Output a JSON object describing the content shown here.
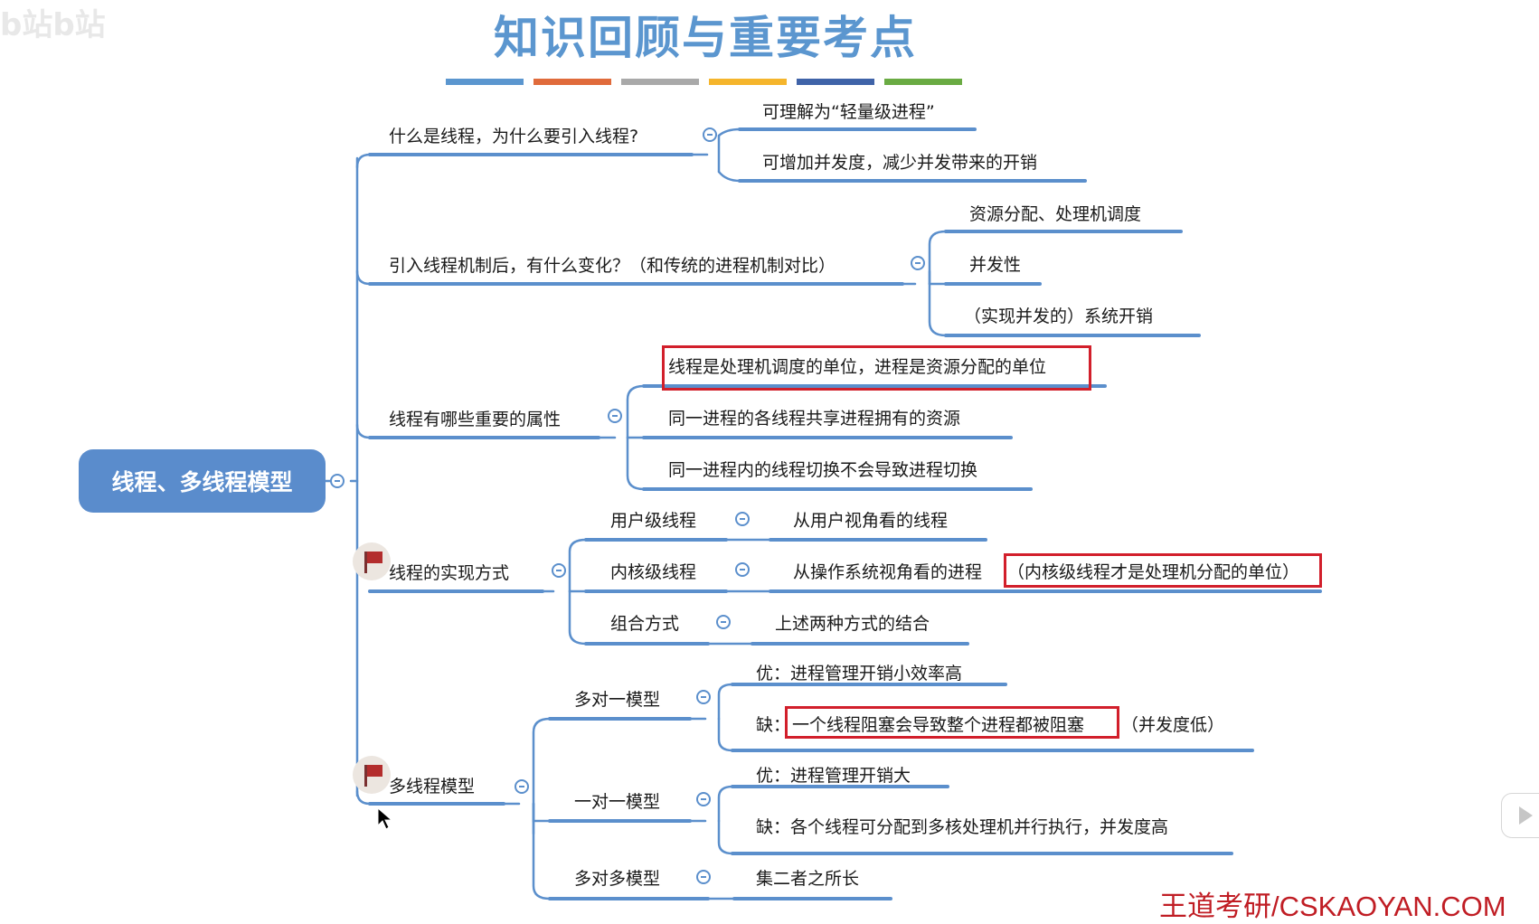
{
  "header": {
    "watermark": "b站b站",
    "title": "知识回顾与重要考点",
    "color_bar": [
      "#5b96cf",
      "#e06b3b",
      "#a9a9a9",
      "#f5b52c",
      "#3f63a8",
      "#6aab43"
    ]
  },
  "mindmap": {
    "root": "线程、多线程模型",
    "branches": [
      {
        "label": "什么是线程，为什么要引入线程?",
        "children": [
          "可理解为“轻量级进程”",
          "可增加并发度，减少并发带来的开销"
        ]
      },
      {
        "label": "引入线程机制后，有什么变化？（和传统的进程机制对比）",
        "children": [
          "资源分配、处理机调度",
          "并发性",
          "（实现并发的）系统开销"
        ]
      },
      {
        "label": "线程有哪些重要的属性",
        "children": [
          "线程是处理机调度的单位，进程是资源分配的单位",
          "同一进程的各线程共享进程拥有的资源",
          "同一进程内的线程切换不会导致进程切换"
        ]
      },
      {
        "label": "线程的实现方式",
        "children": [
          {
            "label": "用户级线程",
            "detail": "从用户视角看的线程"
          },
          {
            "label": "内核级线程",
            "detail": "从操作系统视角看的进程",
            "highlight": "（内核级线程才是处理机分配的单位）"
          },
          {
            "label": "组合方式",
            "detail": "上述两种方式的结合"
          }
        ]
      },
      {
        "label": "多线程模型",
        "children": [
          {
            "label": "多对一模型",
            "pro": "优：进程管理开销小效率高",
            "con_prefix": "缺：",
            "con_highlight": "一个线程阻塞会导致整个进程都被阻塞",
            "con_suffix": "（并发度低）"
          },
          {
            "label": "一对一模型",
            "pro": "优：进程管理开销大",
            "con": "缺：各个线程可分配到多核处理机并行执行，并发度高"
          },
          {
            "label": "多对多模型",
            "detail": "集二者之所长"
          }
        ]
      }
    ]
  },
  "footer": "王道考研/CSKAOYAN.COM",
  "colors": {
    "line": "#5b8fcc",
    "root_bg": "#5a8ccc",
    "highlight": "#d21f2b",
    "title": "#5b96cf"
  }
}
